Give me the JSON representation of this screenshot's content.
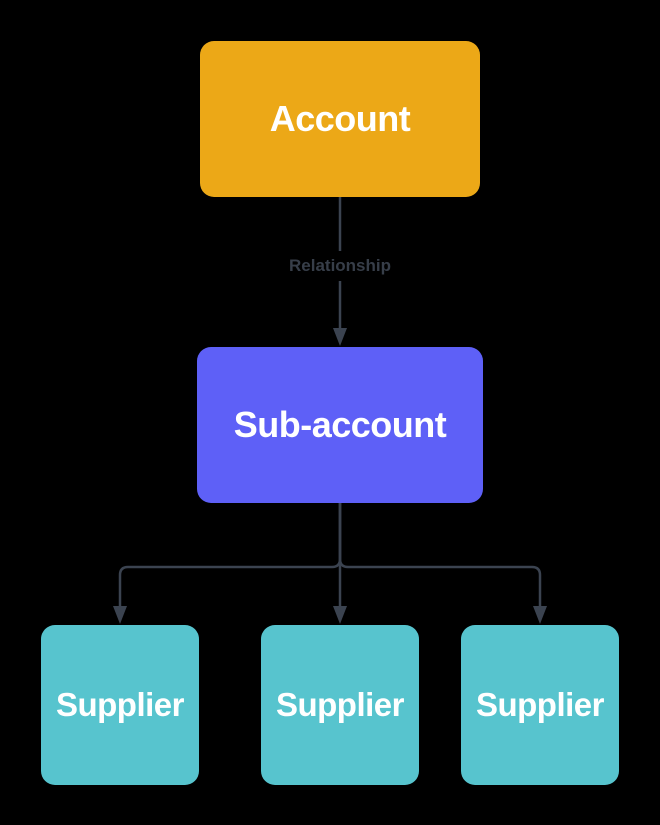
{
  "diagram": {
    "type": "flowchart",
    "background_color": "#000000",
    "nodes": {
      "account": {
        "label": "Account",
        "fill": "#ECA817",
        "text_color": "#FFFFFF"
      },
      "sub_account": {
        "label": "Sub-account",
        "fill": "#5E60F7",
        "text_color": "#FFFFFF"
      },
      "suppliers": [
        {
          "label": "Supplier"
        },
        {
          "label": "Supplier"
        },
        {
          "label": "Supplier"
        }
      ],
      "supplier_fill": "#57C4CE",
      "supplier_text_color": "#FFFFFF"
    },
    "edges": {
      "line_color": "#3B4350",
      "label_color": "#373E49",
      "account_to_subaccount_label": "Relationship"
    }
  }
}
